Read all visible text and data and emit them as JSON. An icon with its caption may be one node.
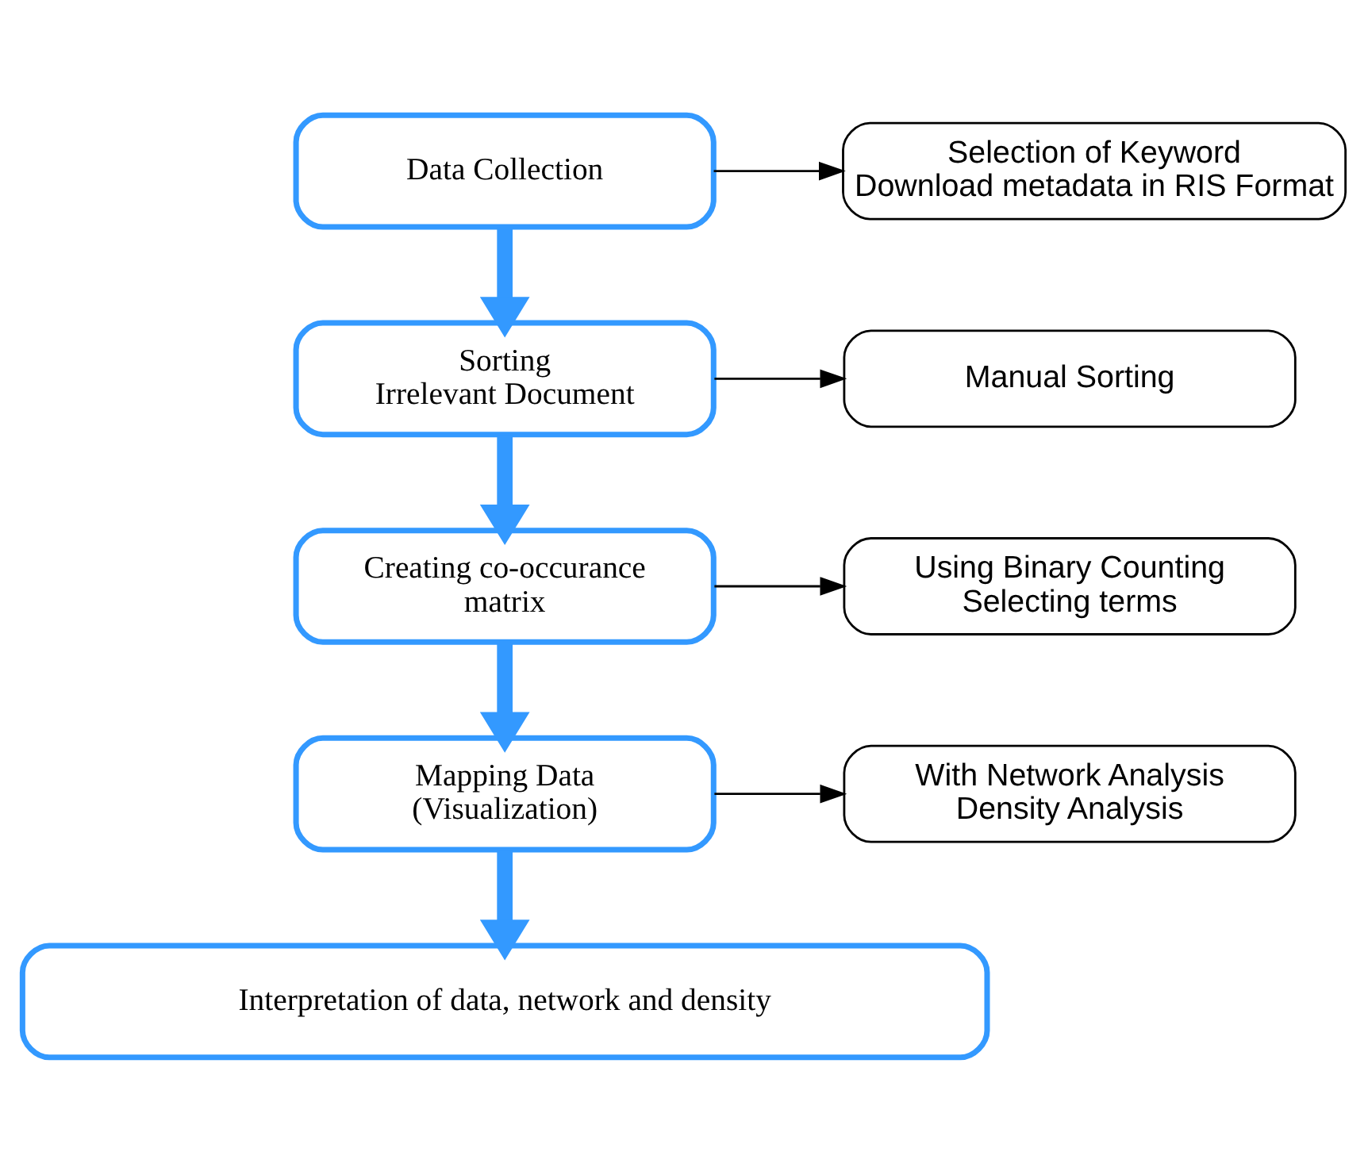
{
  "diagram": {
    "nodes": [
      {
        "text": [
          "Data Collection"
        ]
      },
      {
        "text": [
          "Selection of Keyword",
          "Download metadata in RIS Format"
        ]
      },
      {
        "text": [
          "Sorting Irrelevant Document"
        ]
      },
      {
        "text": [
          "Manual Sorting"
        ]
      },
      {
        "text": [
          "Creating co-occurance matrix"
        ]
      },
      {
        "text": [
          "Using Binary Counting",
          "Selecting terms"
        ]
      },
      {
        "text": [
          "Mapping Data (Visualization)"
        ]
      },
      {
        "text": [
          "With Network Analysis",
          "Density Analysis"
        ]
      },
      {
        "text": [
          "Interpretation of data, network and density"
        ]
      }
    ],
    "edges": [
      {
        "from": 0,
        "to": 1,
        "arrow": "to"
      },
      {
        "from": 0,
        "to": 2,
        "arrow": "to",
        "style": "thick",
        "color": "#3399ff"
      },
      {
        "from": 2,
        "to": 3,
        "arrow": "to"
      },
      {
        "from": 2,
        "to": 4,
        "arrow": "to",
        "style": "thick",
        "color": "#3399ff"
      },
      {
        "from": 4,
        "to": 5,
        "arrow": "to"
      },
      {
        "from": 4,
        "to": 6,
        "arrow": "to",
        "style": "thick",
        "color": "#3399ff"
      },
      {
        "from": 6,
        "to": 7,
        "arrow": "to"
      },
      {
        "from": 6,
        "to": 8,
        "arrow": "to",
        "style": "thick",
        "color": "#3399ff"
      }
    ]
  }
}
